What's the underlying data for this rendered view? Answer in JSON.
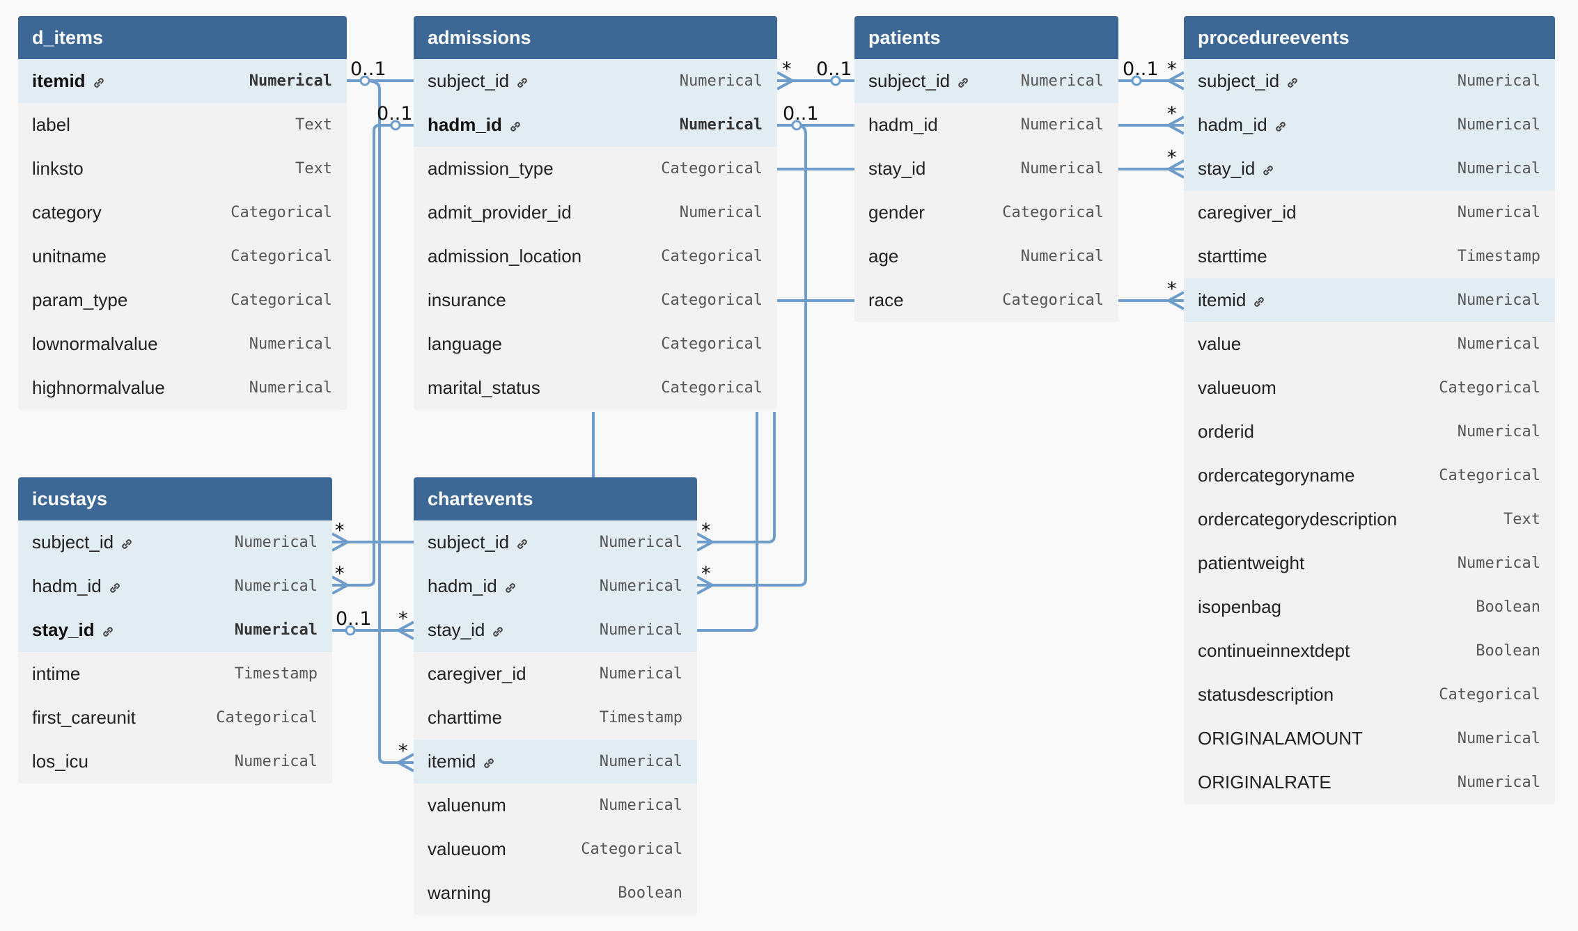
{
  "tables": [
    {
      "id": "d_items",
      "name": "d_items",
      "fields": [
        {
          "name": "itemid",
          "type": "Numerical",
          "key": true,
          "pk": true
        },
        {
          "name": "label",
          "type": "Text"
        },
        {
          "name": "linksto",
          "type": "Text"
        },
        {
          "name": "category",
          "type": "Categorical"
        },
        {
          "name": "unitname",
          "type": "Categorical"
        },
        {
          "name": "param_type",
          "type": "Categorical"
        },
        {
          "name": "lownormalvalue",
          "type": "Numerical"
        },
        {
          "name": "highnormalvalue",
          "type": "Numerical"
        }
      ]
    },
    {
      "id": "admissions",
      "name": "admissions",
      "fields": [
        {
          "name": "subject_id",
          "type": "Numerical",
          "key": true
        },
        {
          "name": "hadm_id",
          "type": "Numerical",
          "key": true,
          "pk": true
        },
        {
          "name": "admission_type",
          "type": "Categorical"
        },
        {
          "name": "admit_provider_id",
          "type": "Numerical"
        },
        {
          "name": "admission_location",
          "type": "Categorical"
        },
        {
          "name": "insurance",
          "type": "Categorical"
        },
        {
          "name": "language",
          "type": "Categorical"
        },
        {
          "name": "marital_status",
          "type": "Categorical"
        }
      ]
    },
    {
      "id": "patients",
      "name": "patients",
      "fields": [
        {
          "name": "subject_id",
          "type": "Numerical",
          "key": true
        },
        {
          "name": "hadm_id",
          "type": "Numerical"
        },
        {
          "name": "stay_id",
          "type": "Numerical"
        },
        {
          "name": "gender",
          "type": "Categorical"
        },
        {
          "name": "age",
          "type": "Numerical"
        },
        {
          "name": "race",
          "type": "Categorical"
        }
      ]
    },
    {
      "id": "procedureevents",
      "name": "procedureevents",
      "fields": [
        {
          "name": "subject_id",
          "type": "Numerical",
          "key": true
        },
        {
          "name": "hadm_id",
          "type": "Numerical",
          "key": true
        },
        {
          "name": "stay_id",
          "type": "Numerical",
          "key": true
        },
        {
          "name": "caregiver_id",
          "type": "Numerical"
        },
        {
          "name": "starttime",
          "type": "Timestamp"
        },
        {
          "name": "itemid",
          "type": "Numerical",
          "key": true
        },
        {
          "name": "value",
          "type": "Numerical"
        },
        {
          "name": "valueuom",
          "type": "Categorical"
        },
        {
          "name": "orderid",
          "type": "Numerical"
        },
        {
          "name": "ordercategoryname",
          "type": "Categorical"
        },
        {
          "name": "ordercategorydescription",
          "type": "Text"
        },
        {
          "name": "patientweight",
          "type": "Numerical"
        },
        {
          "name": "isopenbag",
          "type": "Boolean"
        },
        {
          "name": "continueinnextdept",
          "type": "Boolean"
        },
        {
          "name": "statusdescription",
          "type": "Categorical"
        },
        {
          "name": "ORIGINALAMOUNT",
          "type": "Numerical"
        },
        {
          "name": "ORIGINALRATE",
          "type": "Numerical"
        }
      ]
    },
    {
      "id": "icustays",
      "name": "icustays",
      "fields": [
        {
          "name": "subject_id",
          "type": "Numerical",
          "key": true
        },
        {
          "name": "hadm_id",
          "type": "Numerical",
          "key": true
        },
        {
          "name": "stay_id",
          "type": "Numerical",
          "key": true,
          "pk": true
        },
        {
          "name": "intime",
          "type": "Timestamp"
        },
        {
          "name": "first_careunit",
          "type": "Categorical"
        },
        {
          "name": "los_icu",
          "type": "Numerical"
        }
      ]
    },
    {
      "id": "chartevents",
      "name": "chartevents",
      "fields": [
        {
          "name": "subject_id",
          "type": "Numerical",
          "key": true
        },
        {
          "name": "hadm_id",
          "type": "Numerical",
          "key": true
        },
        {
          "name": "stay_id",
          "type": "Numerical",
          "key": true
        },
        {
          "name": "caregiver_id",
          "type": "Numerical"
        },
        {
          "name": "charttime",
          "type": "Timestamp"
        },
        {
          "name": "itemid",
          "type": "Numerical",
          "key": true
        },
        {
          "name": "valuenum",
          "type": "Numerical"
        },
        {
          "name": "valueuom",
          "type": "Categorical"
        },
        {
          "name": "warning",
          "type": "Boolean"
        }
      ]
    }
  ],
  "cardinality": {
    "one": "0..1",
    "many": "*"
  },
  "colors": {
    "header": "#3d6794",
    "link": "#6e9ccb",
    "key_row": "#e2ecf3",
    "row": "#f2f2f2"
  },
  "icons": {
    "key_field": "link-icon"
  }
}
